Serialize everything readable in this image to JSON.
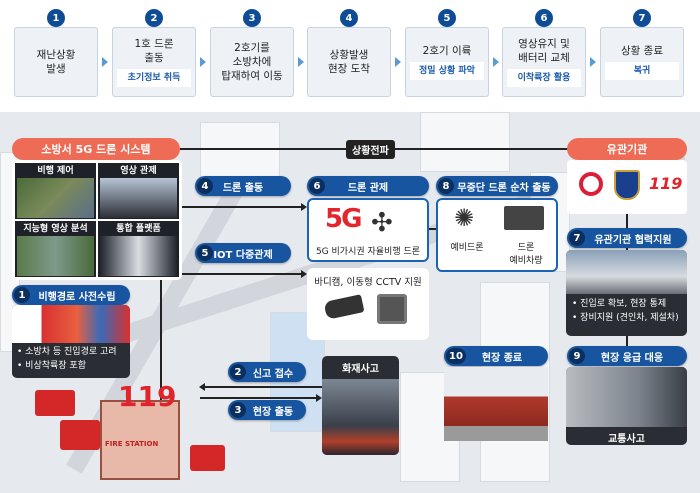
{
  "steps": [
    {
      "num": "1",
      "title": "재난상황\n발생"
    },
    {
      "num": "2",
      "title": "1호 드론\n출동",
      "sub": "초기정보 취득"
    },
    {
      "num": "3",
      "title": "2호기를\n소방차에\n탑재하여 이동"
    },
    {
      "num": "4",
      "title": "상황발생\n현장 도착"
    },
    {
      "num": "5",
      "title": "2호기 이륙",
      "sub": "정밀 상황 파악"
    },
    {
      "num": "6",
      "title": "영상유지 및\n배터리 교체",
      "sub": "이착륙장 활용"
    },
    {
      "num": "7",
      "title": "상황 종료",
      "sub": "복귀"
    }
  ],
  "system_title": "소방서 5G 드론 시스템",
  "broadcast_label": "상황전파",
  "agencies_title": "유관기관",
  "panels": [
    "비행 제어",
    "영상 관제",
    "지능형 영상 분석",
    "통합 플랫폼"
  ],
  "flow": {
    "f1": {
      "num": "1",
      "label": "비행경로 사전수립",
      "bullets": [
        "소방차 등 진입경로 고려",
        "비상착륙장 포함"
      ]
    },
    "f2": {
      "num": "2",
      "label": "신고 접수"
    },
    "f3": {
      "num": "3",
      "label": "현장 출동"
    },
    "f4": {
      "num": "4",
      "label": "드론 출동"
    },
    "f5": {
      "num": "5",
      "label": "IOT 다중관제"
    },
    "f6": {
      "num": "6",
      "label": "드론 관제",
      "logo": "5G",
      "caption": "5G 비가시권 자율비행 드론"
    },
    "f6b": {
      "caption": "바디캠, 이동형 CCTV 지원"
    },
    "f7": {
      "num": "7",
      "label": "유관기관 협력지원",
      "bullets": [
        "진입로 확보, 현장 통제",
        "장비지원 (견인차, 제설차)"
      ]
    },
    "f8": {
      "num": "8",
      "label": "무중단 드론 순차 출동",
      "items": [
        "예비드론",
        "드론\n예비차량"
      ]
    },
    "f9": {
      "num": "9",
      "label": "현장 응급 대응",
      "caption": "교통사고"
    },
    "f10": {
      "num": "10",
      "label": "현장 종료"
    }
  },
  "fire_caption": "화재사고",
  "station": {
    "sign": "119",
    "name": "FIRE STATION"
  },
  "logo_119": "119",
  "colors": {
    "blue": "#1755a0",
    "orange": "#ee6b55",
    "dark": "#2a2d33"
  }
}
